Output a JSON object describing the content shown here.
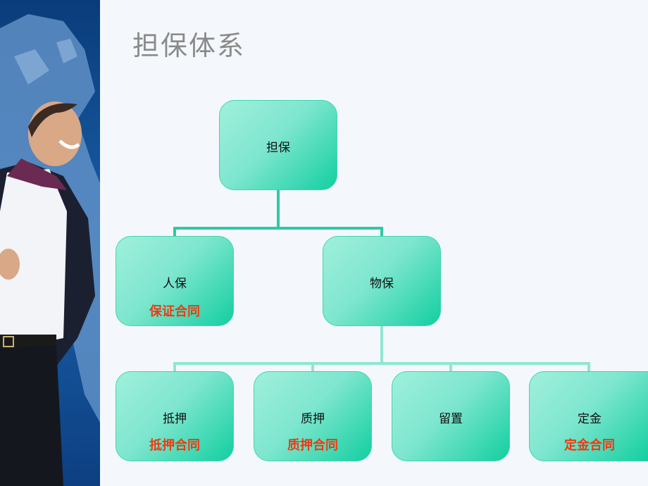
{
  "title": "担保体系",
  "root": {
    "label": "担保"
  },
  "level1": [
    {
      "label": "人保",
      "sub": "保证合同"
    },
    {
      "label": "物保",
      "sub": ""
    }
  ],
  "level2": [
    {
      "label": "抵押",
      "sub": "抵押合同"
    },
    {
      "label": "质押",
      "sub": "质押合同"
    },
    {
      "label": "留置",
      "sub": ""
    },
    {
      "label": "定金",
      "sub": "定金合同"
    }
  ],
  "colors": {
    "node_light": "#9ff0dc",
    "node_dark": "#13cfa0",
    "connector": "#2ec9a6",
    "sub_text": "#ee3a12",
    "title": "#8a8a8a"
  }
}
